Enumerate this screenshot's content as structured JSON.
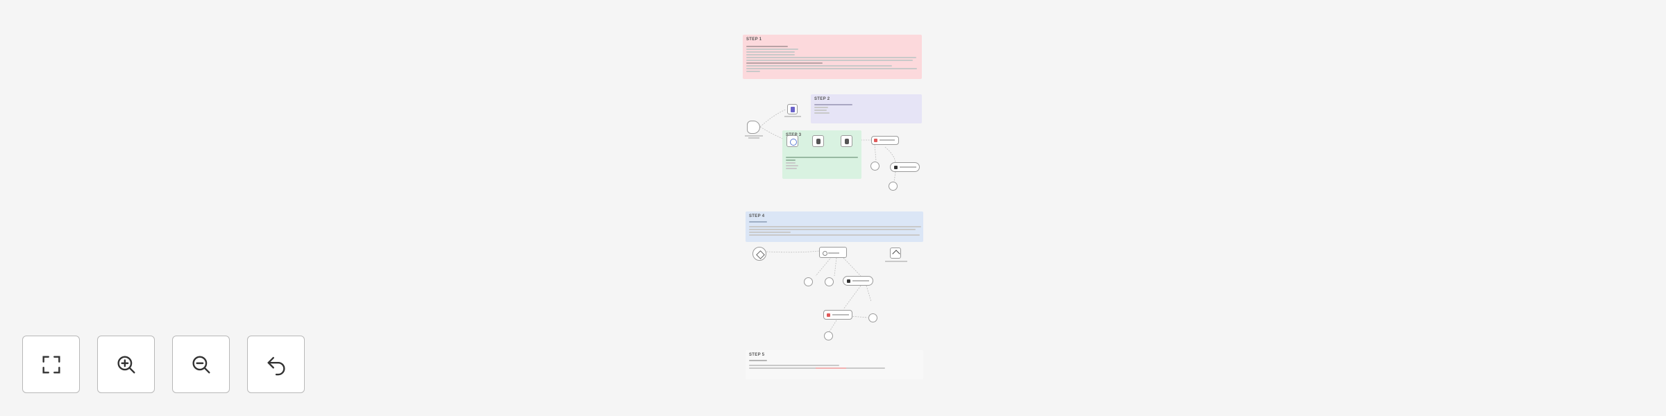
{
  "workflow": {
    "step1": {
      "label": "STEP 1"
    },
    "step2": {
      "label": "STEP 2"
    },
    "step3": {
      "label": "STEP 3"
    },
    "step4": {
      "label": "STEP 4"
    },
    "step5": {
      "label": "STEP 5"
    }
  },
  "toolbar": {
    "buttons": [
      {
        "name": "fit-view",
        "icon": "fit-view-icon"
      },
      {
        "name": "zoom-in",
        "icon": "zoom-in-icon"
      },
      {
        "name": "zoom-out",
        "icon": "zoom-out-icon"
      },
      {
        "name": "undo",
        "icon": "undo-icon"
      }
    ]
  },
  "colors": {
    "step1_bg": "#fcd9dc",
    "step2_bg": "#e6e4f6",
    "step3_bg": "#d9f2e1",
    "step4_bg": "#dbe6f6",
    "step5_bg": "#f8f8f8",
    "node_border": "#9a9a9a",
    "accent_red": "#e05a5a"
  }
}
